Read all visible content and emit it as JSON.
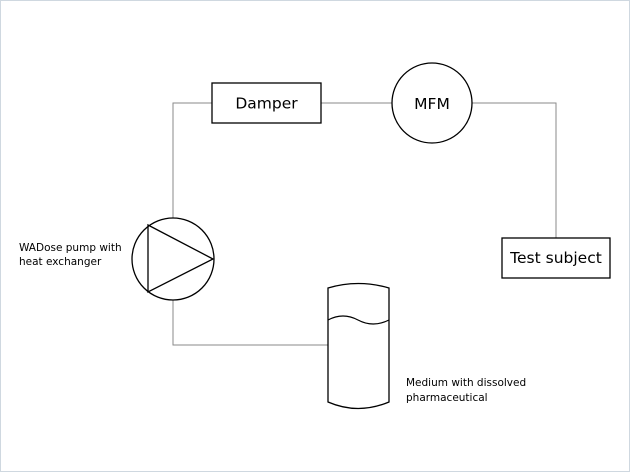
{
  "components": {
    "damper": "Damper",
    "mfm": "MFM",
    "test_subject": "Test subject",
    "pump_line1": "WADose pump with",
    "pump_line2": "heat exchanger",
    "medium_line1": "Medium with dissolved",
    "medium_line2": "pharmaceutical"
  }
}
